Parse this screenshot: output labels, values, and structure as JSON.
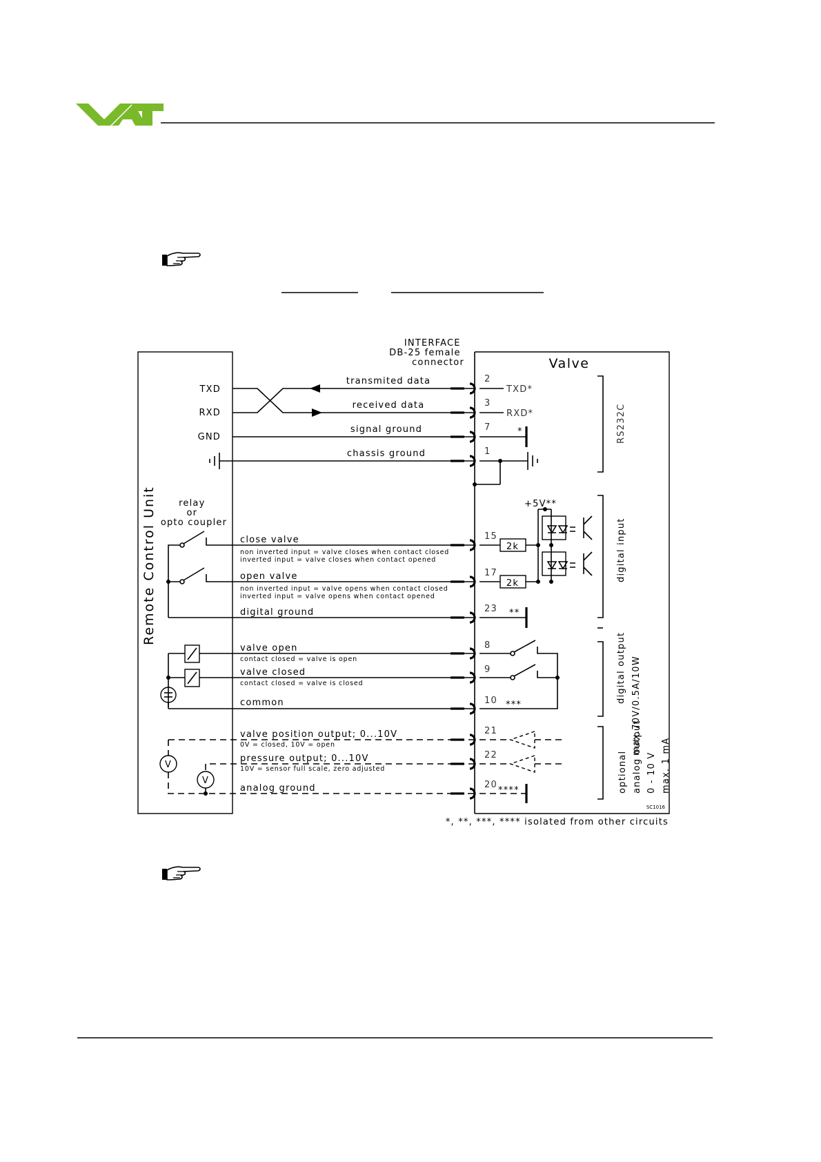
{
  "brand": {
    "logo_text": "VAT",
    "logo_color": "#7ab929"
  },
  "diagram": {
    "header": [
      "INTERFACE",
      "DB-25 female",
      "connector"
    ],
    "left_unit": "Remote Control Unit",
    "right_unit": "Valve",
    "relay_label": [
      "relay",
      "or",
      "opto coupler"
    ],
    "rs232": {
      "group": "RS232C",
      "left_pins": [
        "TXD",
        "RXD",
        "GND"
      ],
      "signals": [
        "transmited data",
        "received data",
        "signal ground",
        "chassis ground"
      ],
      "pins": [
        "2",
        "3",
        "7",
        "1"
      ],
      "right_labels": [
        "TXD*",
        "RXD*"
      ],
      "marks": [
        "*"
      ]
    },
    "digital_input": {
      "group": "digital input",
      "supply": "+5V**",
      "resistor": "2k",
      "signals": [
        "close valve",
        "open valve",
        "digital ground"
      ],
      "notes": [
        [
          "non inverted input = valve closes when contact closed",
          "inverted input = valve closes when contact opened"
        ],
        [
          "non inverted input = valve opens when contact closed",
          "inverted input = valve opens when contact opened"
        ]
      ],
      "pins": [
        "15",
        "17",
        "23"
      ],
      "marks": [
        "**"
      ]
    },
    "digital_output": {
      "group": [
        "digital output",
        "max.70V/0.5A/10W"
      ],
      "signals": [
        "valve open",
        "valve closed",
        "common"
      ],
      "notes": [
        "contact closed = valve is open",
        "contact closed = valve is closed"
      ],
      "pins": [
        "8",
        "9",
        "10"
      ],
      "marks": [
        "***"
      ]
    },
    "analog_output": {
      "group": [
        "optional",
        "analog output",
        "0 - 10 V",
        "max. 1 mA"
      ],
      "signals": [
        "valve position output;   0...10V",
        "pressure output;   0...10V",
        "analog ground"
      ],
      "notes": [
        "0V = closed, 10V = open",
        "10V = sensor full scale, zero adjusted"
      ],
      "pins": [
        "21",
        "22",
        "20"
      ],
      "marks": [
        "****"
      ],
      "meter": "V"
    },
    "drawing_code": "SC1016",
    "footnote": "*, **, ***, **** isolated from other circuits"
  }
}
